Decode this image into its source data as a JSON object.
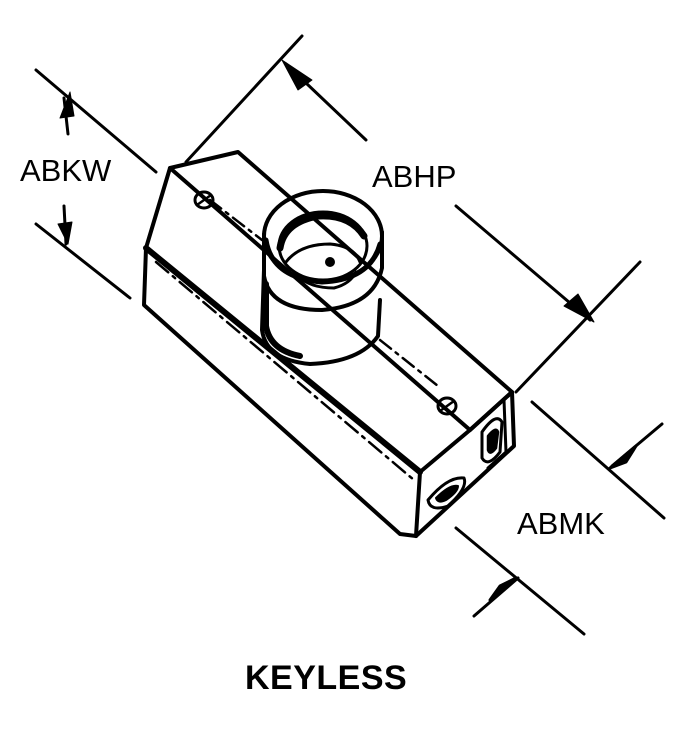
{
  "diagram": {
    "labels": {
      "abkw": "ABKW",
      "abhp": "ABHP",
      "abmk": "ABMK"
    },
    "caption": "KEYLESS",
    "colors": {
      "ink": "#000000",
      "background": "#ffffff"
    }
  }
}
